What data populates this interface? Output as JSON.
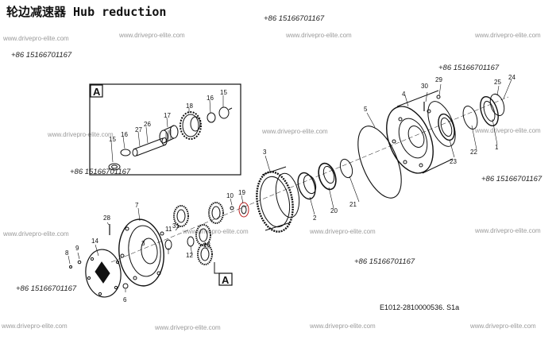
{
  "title": "轮边减速器 Hub reduction",
  "document_code": "E1012-2810000536. S1a",
  "watermark": "www.drivepro-elite.com",
  "phone": "+86 15166701167",
  "inset_label": "A",
  "inset_callout": "A",
  "part_labels": {
    "p1": "1",
    "p2": "2",
    "p3": "3",
    "p3b": "3",
    "p4": "4",
    "p5": "5",
    "p6": "6",
    "p7": "7",
    "p8": "8",
    "p9": "9",
    "p10": "10",
    "p11": "11",
    "p12": "12",
    "p13": "13",
    "p14": "14",
    "p15": "15",
    "p16": "16",
    "p17": "17",
    "p18": "18",
    "p19": "19",
    "p20": "20",
    "p21": "21",
    "p22": "22",
    "p23": "23",
    "p24": "24",
    "p25": "25",
    "p26": "26",
    "p27": "27",
    "p28": "28",
    "p29": "29",
    "p30": "30",
    "p31": "31",
    "a15": "15",
    "a16": "16",
    "a17": "17",
    "a18": "18",
    "b15": "15",
    "b16": "16",
    "b26": "26",
    "b27": "27"
  }
}
